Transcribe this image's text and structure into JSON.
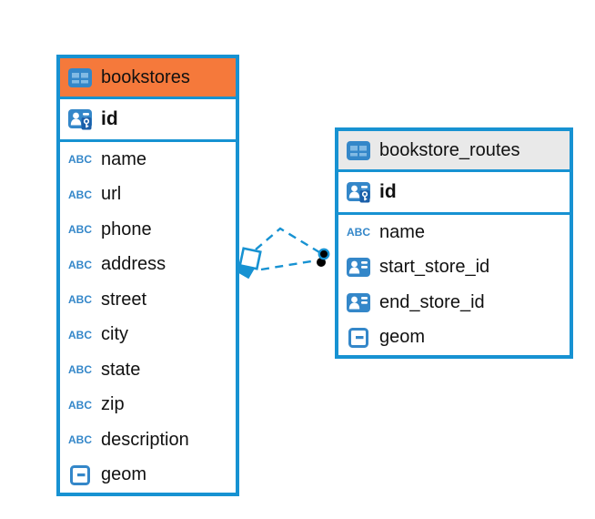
{
  "diagram": {
    "icons": {
      "text_label": "ABC"
    },
    "colors": {
      "frame_blue": "#1792D2",
      "icon_blue": "#3487C9",
      "key_badge_blue": "#1B5FA9",
      "bookstores_header_orange": "#F5793B",
      "routes_header_gray": "#E9E9E9"
    },
    "connector": {
      "style": "dashed",
      "line_count": 2,
      "left_marker": "overlapping-squares",
      "right_marker": "filled-dots"
    },
    "tables": [
      {
        "name": "bookstores",
        "columns": [
          {
            "name": "id",
            "icon": "primary-key"
          },
          {
            "name": "name",
            "icon": "text"
          },
          {
            "name": "url",
            "icon": "text"
          },
          {
            "name": "phone",
            "icon": "text"
          },
          {
            "name": "address",
            "icon": "text"
          },
          {
            "name": "street",
            "icon": "text"
          },
          {
            "name": "city",
            "icon": "text"
          },
          {
            "name": "state",
            "icon": "text"
          },
          {
            "name": "zip",
            "icon": "text"
          },
          {
            "name": "description",
            "icon": "text"
          },
          {
            "name": "geom",
            "icon": "geometry"
          }
        ]
      },
      {
        "name": "bookstore_routes",
        "columns": [
          {
            "name": "id",
            "icon": "primary-key"
          },
          {
            "name": "name",
            "icon": "text"
          },
          {
            "name": "start_store_id",
            "icon": "foreign-key"
          },
          {
            "name": "end_store_id",
            "icon": "foreign-key"
          },
          {
            "name": "geom",
            "icon": "geometry"
          }
        ]
      }
    ]
  }
}
